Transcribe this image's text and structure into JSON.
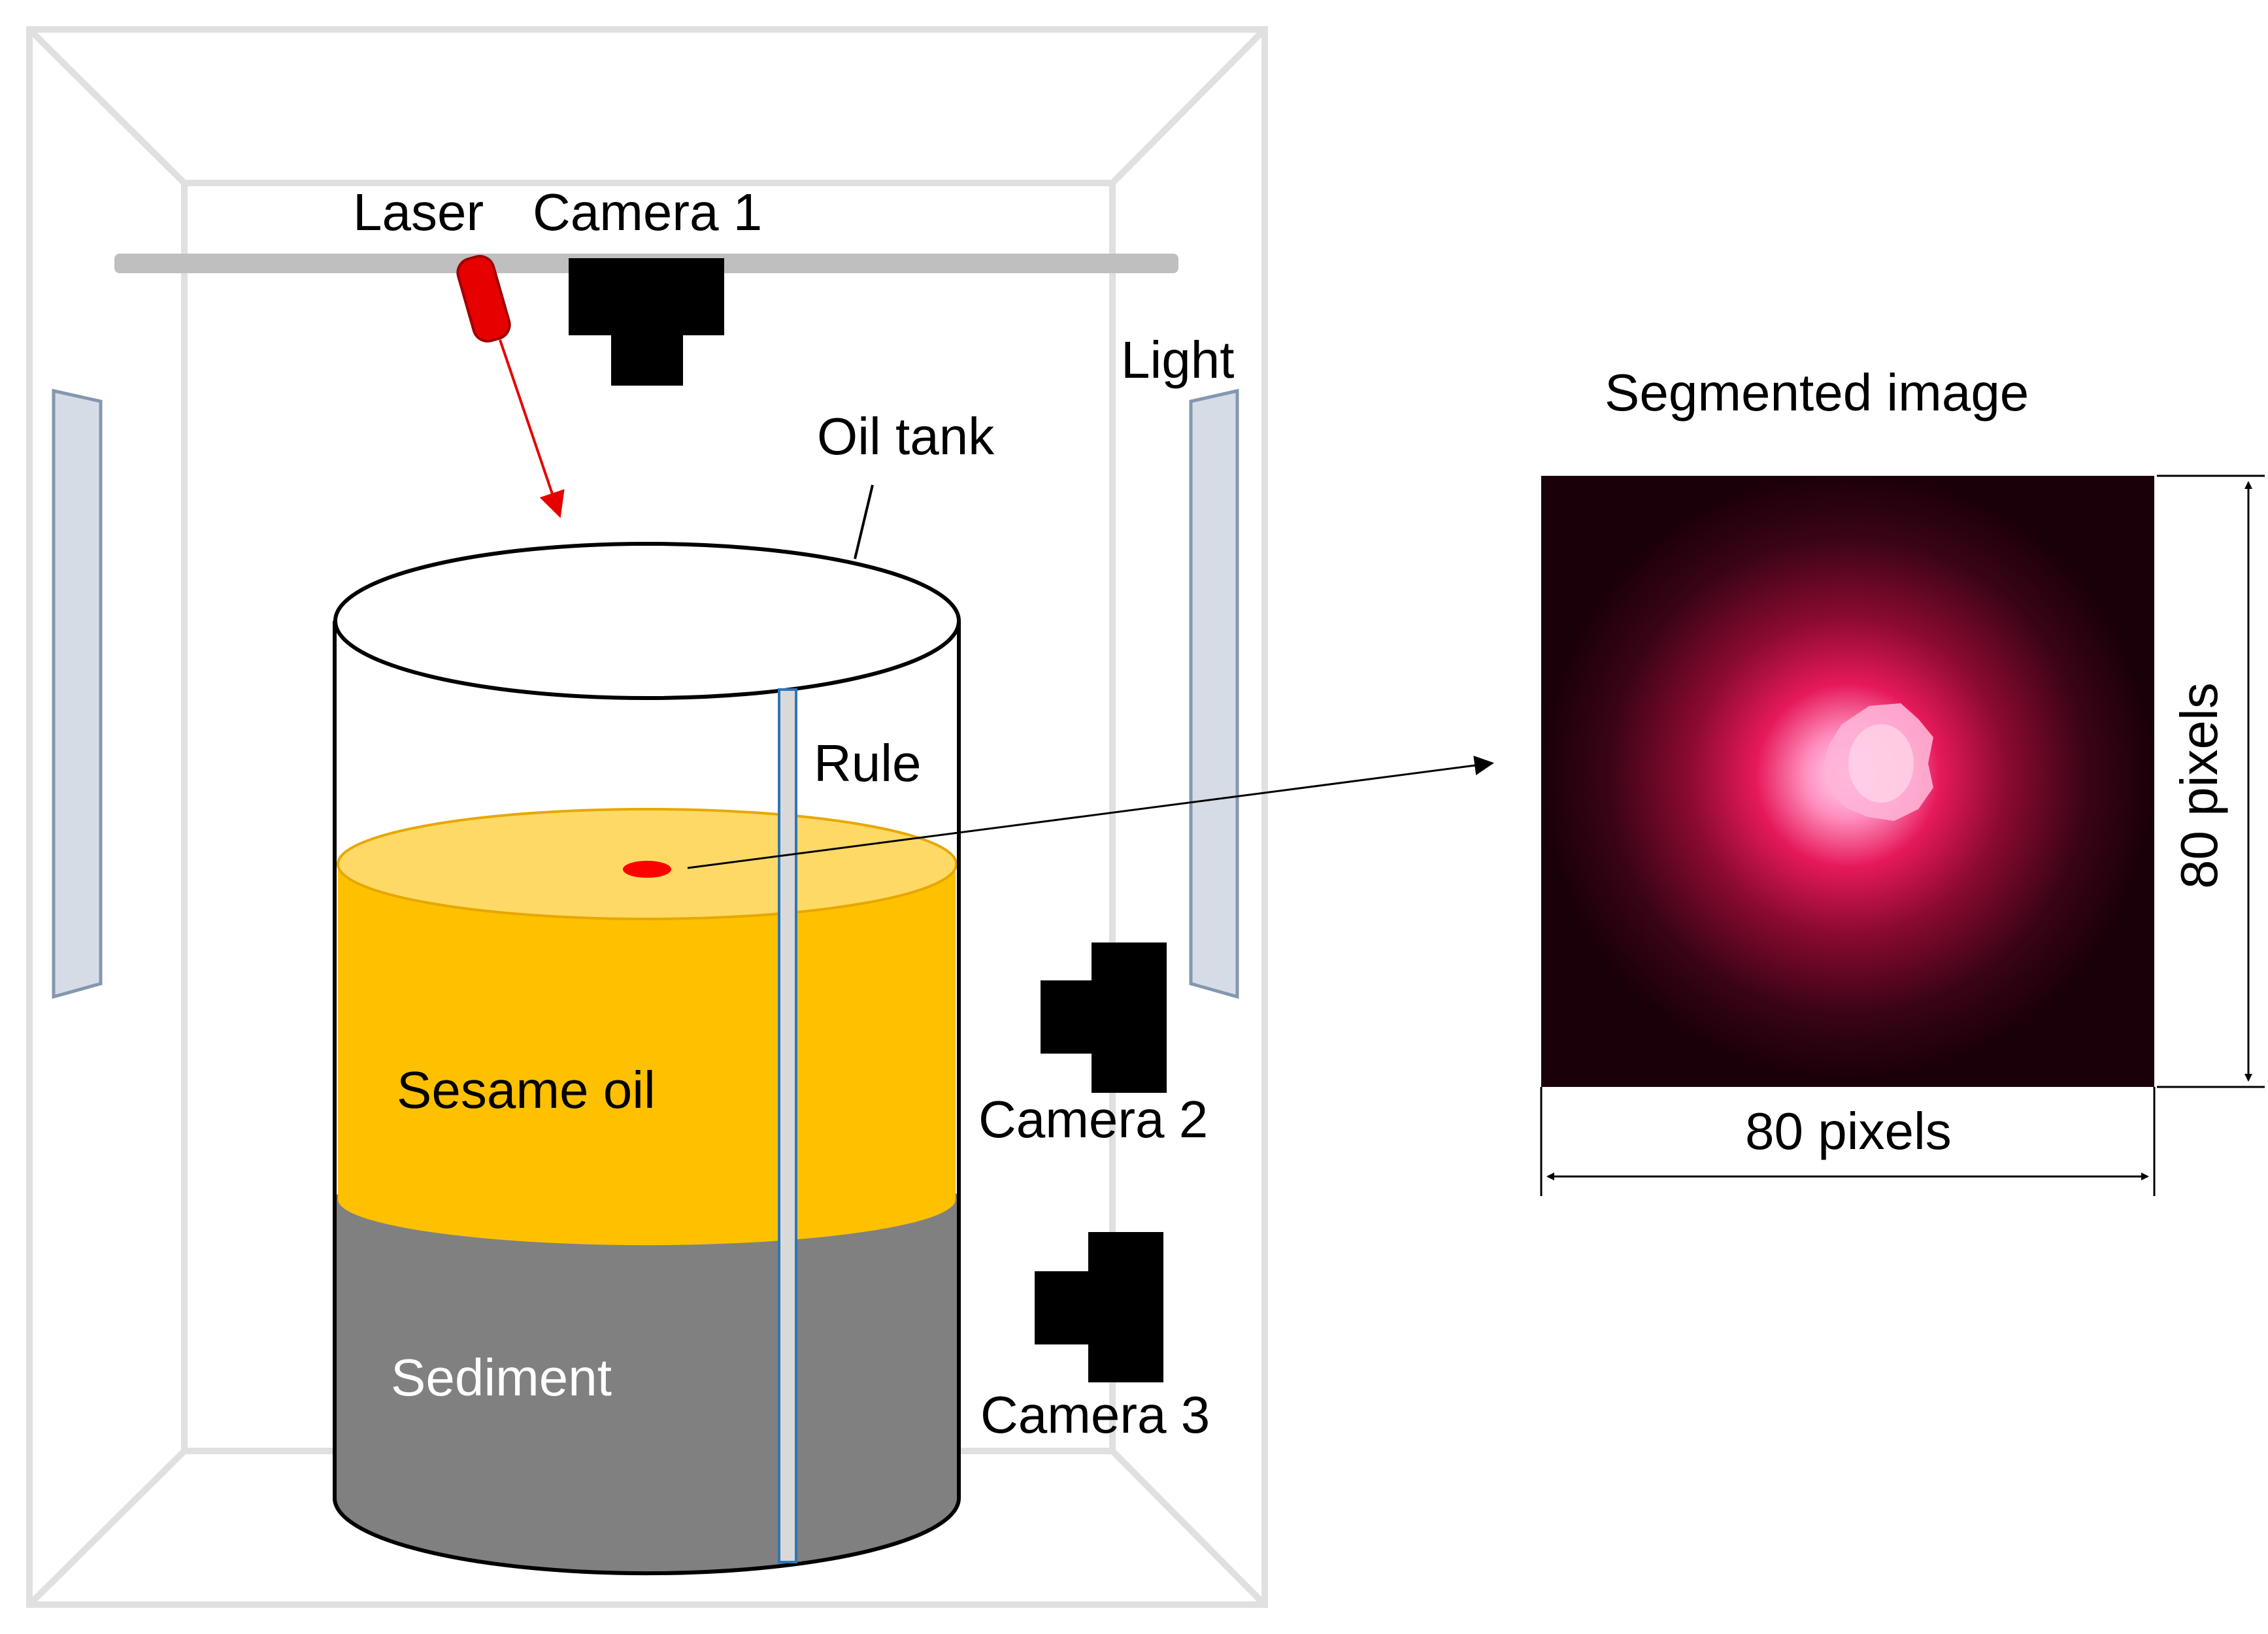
{
  "labels": {
    "laser": "Laser",
    "camera1": "Camera 1",
    "camera2": "Camera 2",
    "camera3": "Camera 3",
    "light": "Light",
    "oil_tank": "Oil tank",
    "rule": "Rule",
    "sesame_oil": "Sesame oil",
    "sediment": "Sediment",
    "segmented_image": "Segmented image",
    "width_dim": "80 pixels",
    "height_dim": "80 pixels"
  },
  "colors": {
    "laser_red": "#e60000",
    "oil_body": "#ffc000",
    "oil_surface": "#ffd966",
    "sediment": "#808080",
    "light_panel": "#d6dce5",
    "rail": "#bfbfbf",
    "camera": "#000000",
    "frame": "#e0e0e0",
    "rule_fill": "#d9d9d9",
    "rule_edge": "#2e75b6",
    "segmented_bg": "#1a0008",
    "spot_core": "#ffc6e0",
    "spot_glow": "#e6195a"
  }
}
